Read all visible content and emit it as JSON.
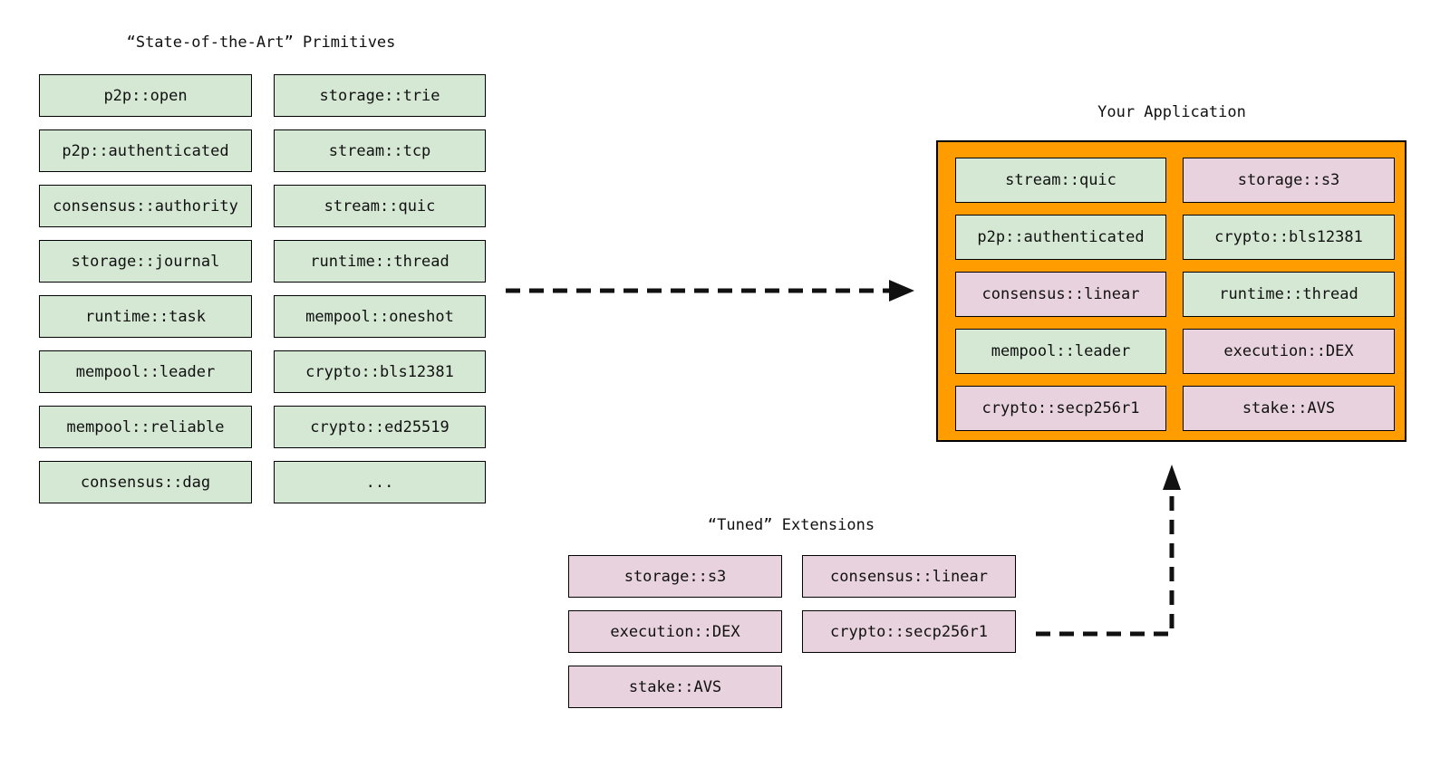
{
  "colors": {
    "background": "#ffffff",
    "primitive_fill": "#d5e8d4",
    "extension_fill": "#e8d2dd",
    "application_fill": "#ff9c00",
    "box_border": "#000000",
    "arrow": "#111111",
    "text": "#111111"
  },
  "primitives": {
    "title": "“State-of-the-Art” Primitives",
    "columns": [
      [
        "p2p::open",
        "p2p::authenticated",
        "consensus::authority",
        "storage::journal",
        "runtime::task",
        "mempool::leader",
        "mempool::reliable",
        "consensus::dag"
      ],
      [
        "storage::trie",
        "stream::tcp",
        "stream::quic",
        "runtime::thread",
        "mempool::oneshot",
        "crypto::bls12381",
        "crypto::ed25519",
        "..."
      ]
    ]
  },
  "application": {
    "title": "Your Application",
    "modules": [
      {
        "label": "stream::quic",
        "variant": "green"
      },
      {
        "label": "storage::s3",
        "variant": "pink"
      },
      {
        "label": "p2p::authenticated",
        "variant": "green"
      },
      {
        "label": "crypto::bls12381",
        "variant": "green"
      },
      {
        "label": "consensus::linear",
        "variant": "pink"
      },
      {
        "label": "runtime::thread",
        "variant": "green"
      },
      {
        "label": "mempool::leader",
        "variant": "green"
      },
      {
        "label": "execution::DEX",
        "variant": "pink"
      },
      {
        "label": "crypto::secp256r1",
        "variant": "pink"
      },
      {
        "label": "stake::AVS",
        "variant": "pink"
      }
    ]
  },
  "extensions": {
    "title": "“Tuned” Extensions",
    "modules": [
      "storage::s3",
      "consensus::linear",
      "execution::DEX",
      "crypto::secp256r1",
      "stake::AVS"
    ]
  }
}
